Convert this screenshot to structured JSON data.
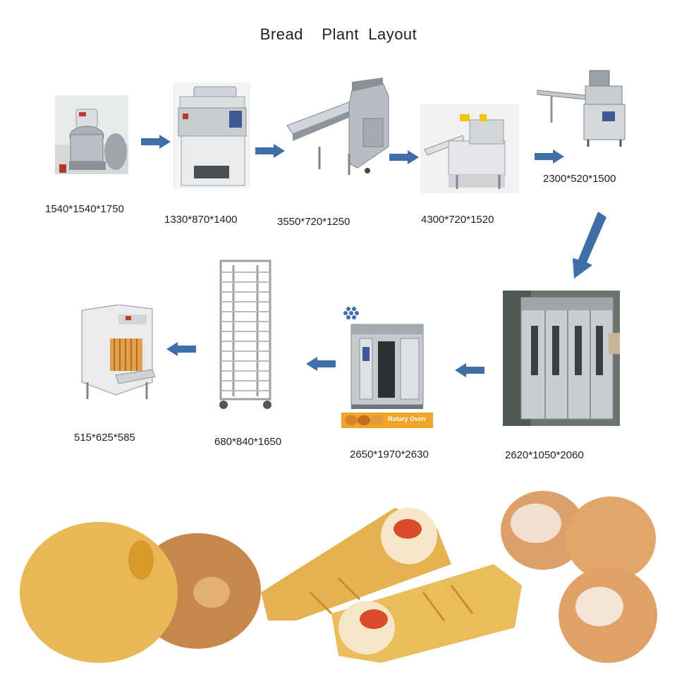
{
  "title": "Bread    Plant  Layout",
  "colors": {
    "arrow": "#3f6ea9",
    "steel": "#b9bec4",
    "bread": "#e8b856",
    "oven_banner": "#f0a428"
  },
  "steps": [
    {
      "name": "dough-mixer",
      "icon": "spiral-mixer-icon",
      "dimensions": "1540*1540*1750"
    },
    {
      "name": "dough-sheeter",
      "icon": "dough-sheeter-icon",
      "dimensions": "1330*870*1400"
    },
    {
      "name": "conveyor-sheeter",
      "icon": "conveyor-sheeter-icon",
      "dimensions": "3550*720*1250"
    },
    {
      "name": "bread-moulder",
      "icon": "bread-moulder-icon",
      "dimensions": "4300*720*1520"
    },
    {
      "name": "dough-divider",
      "icon": "dough-divider-icon",
      "dimensions": "2300*520*1500"
    },
    {
      "name": "proofer",
      "icon": "proofer-cabinet-icon",
      "dimensions": "2620*1050*2060"
    },
    {
      "name": "rotary-oven",
      "icon": "rotary-oven-icon",
      "dimensions": "2650*1970*2630",
      "banner": "Rotary Oven"
    },
    {
      "name": "trolley",
      "icon": "tray-trolley-icon",
      "dimensions": "680*840*1650"
    },
    {
      "name": "bread-slicer",
      "icon": "bread-slicer-icon",
      "dimensions": "515*625*585"
    }
  ],
  "products": [
    "bread-rolls-icon",
    "filled-bread-icon",
    "sugar-buns-icon"
  ]
}
